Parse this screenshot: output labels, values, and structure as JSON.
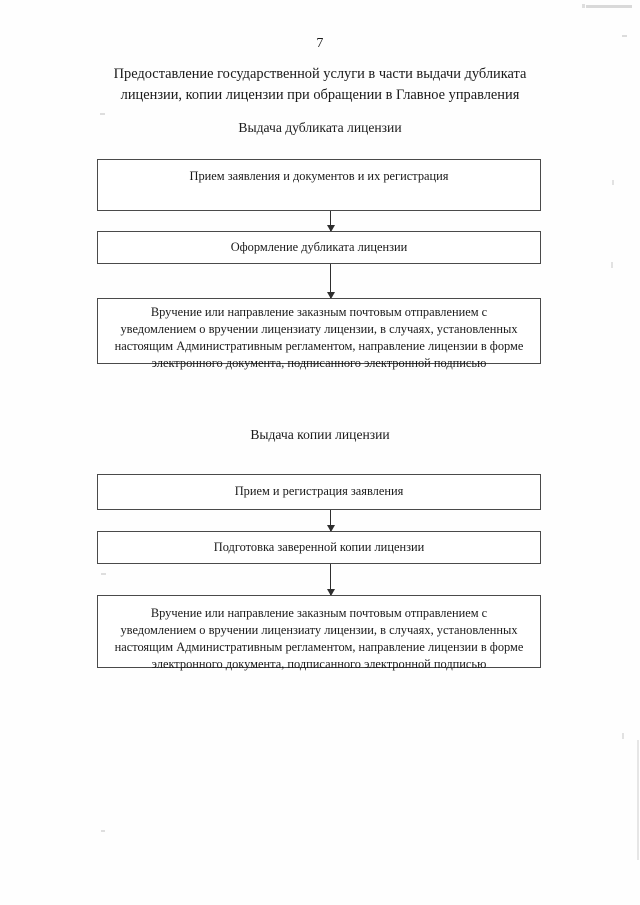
{
  "page": {
    "number": "7",
    "title_line_1": "Предоставление государственной услуги в части выдачи дубликата",
    "title_line_2": "лицензии, копии лицензии при обращении в Главное управления"
  },
  "sections": [
    {
      "heading": "Выдача дубликата лицензии",
      "steps": [
        {
          "text": "Прием заявления и документов и их регистрация"
        },
        {
          "text": "Оформление дубликата лицензии"
        },
        {
          "text": "Вручение или направление заказным почтовым отправлением с уведомлением о вручении  лицензиату лицензии, в случаях, установленных настоящим Административным регламентом, направление лицензии в форме электронного документа, подписанного электронной подписью"
        }
      ]
    },
    {
      "heading": "Выдача копии лицензии",
      "steps": [
        {
          "text": "Прием и регистрация заявления"
        },
        {
          "text": "Подготовка заверенной копии лицензии"
        },
        {
          "text": "Вручение или направление заказным почтовым отправлением с уведомлением о вручении  лицензиату лицензии, в случаях, установленных настоящим Административным регламентом, направление лицензии в форме электронного документа,  подписанного электронной подписью"
        }
      ]
    }
  ],
  "chart_data": {
    "type": "diagram",
    "title": "Предоставление государственной услуги в части выдачи дубликата лицензии, копии лицензии при обращении в Главное управления",
    "flows": [
      {
        "name": "Выдача дубликата лицензии",
        "nodes": [
          "Прием заявления и документов и их регистрация",
          "Оформление дубликата лицензии",
          "Вручение или направление заказным почтовым отправлением с уведомлением о вручении  лицензиату лицензии, в случаях, установленных настоящим Административным регламентом, направление лицензии в форме электронного документа, подписанного электронной подписью"
        ],
        "edges": [
          [
            0,
            1
          ],
          [
            1,
            2
          ]
        ],
        "direction": "top-to-bottom"
      },
      {
        "name": "Выдача копии лицензии",
        "nodes": [
          "Прием и регистрация заявления",
          "Подготовка заверенной копии лицензии",
          "Вручение или направление заказным почтовым отправлением с уведомлением о вручении  лицензиату лицензии, в случаях, установленных настоящим Административным регламентом, направление лицензии в форме электронного документа,  подписанного электронной подписью"
        ],
        "edges": [
          [
            0,
            1
          ],
          [
            1,
            2
          ]
        ],
        "direction": "top-to-bottom"
      }
    ]
  }
}
